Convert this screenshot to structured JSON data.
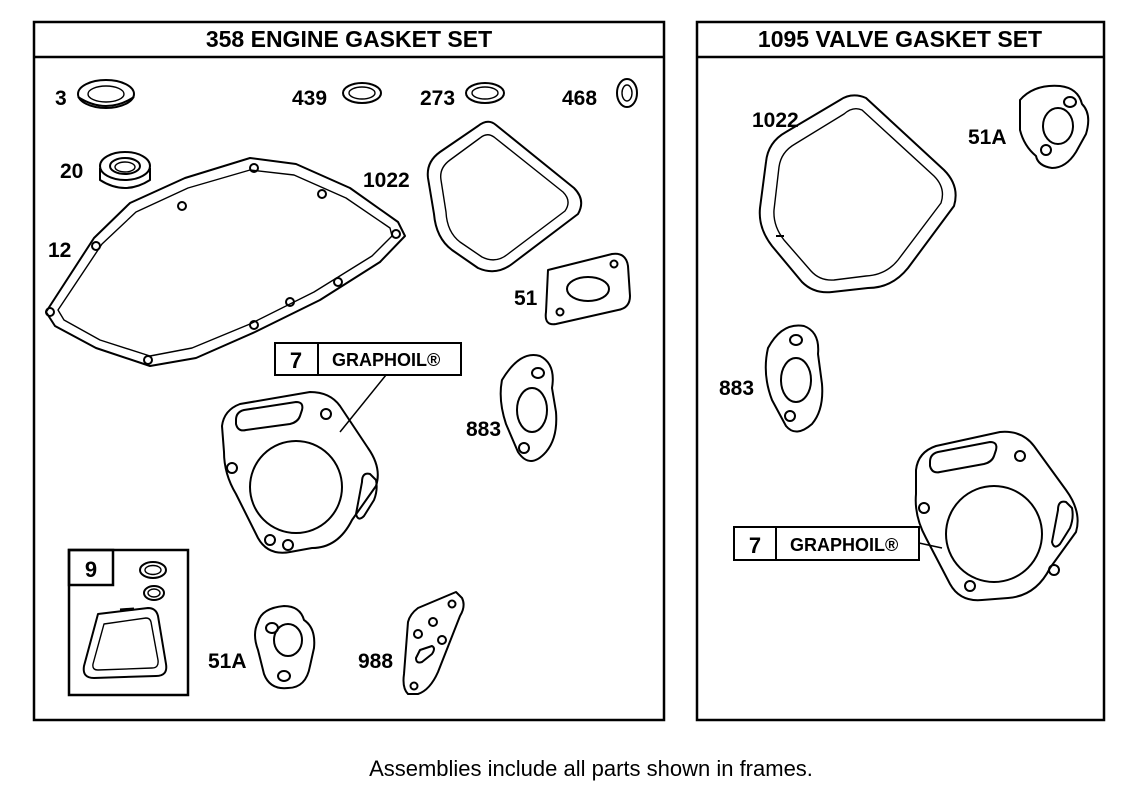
{
  "panels": {
    "engine": {
      "title": "358  ENGINE GASKET SET",
      "labels": {
        "p3": "3",
        "p439": "439",
        "p273": "273",
        "p468": "468",
        "p20": "20",
        "p1022": "1022",
        "p12": "12",
        "p51": "51",
        "p883": "883",
        "p51a": "51A",
        "p988": "988"
      },
      "graphoil_box": {
        "num": "7",
        "text": "GRAPHOIL®"
      },
      "sub_box": {
        "num": "9"
      }
    },
    "valve": {
      "title": "1095 VALVE GASKET SET",
      "labels": {
        "p1022": "1022",
        "p51a": "51A",
        "p883": "883"
      },
      "graphoil_box": {
        "num": "7",
        "text": "GRAPHOIL®"
      }
    }
  },
  "footer": "Assemblies include all parts shown in frames."
}
